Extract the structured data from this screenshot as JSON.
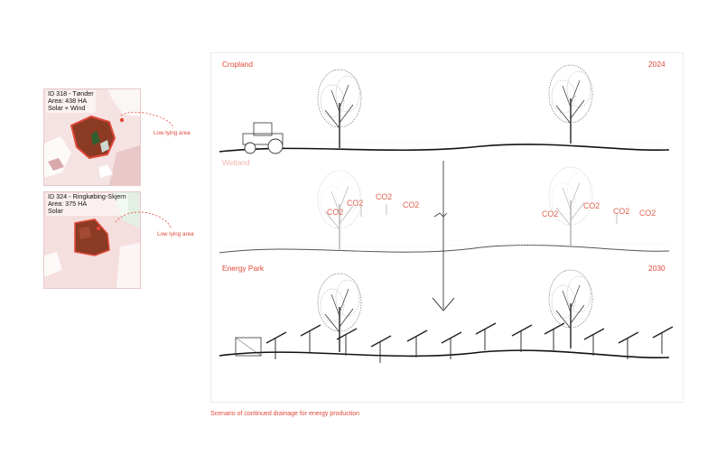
{
  "maps": [
    {
      "id_line": "ID 318 - Tønder",
      "area_line": "Area: 438 HA",
      "type_line": "Solar + Wind",
      "callout": "Low lying area"
    },
    {
      "id_line": "ID 324 - Ringkøbing-Skjern",
      "area_line": "Area: 375 HA",
      "type_line": "Solar",
      "callout": "Low lying area"
    }
  ],
  "rows": {
    "cropland": {
      "label": "Cropland",
      "year": "2024"
    },
    "wetland": {
      "label": "Wetland"
    },
    "energy_park": {
      "label": "Energy Park",
      "year": "2030"
    }
  },
  "co2_labels": [
    "CO2",
    "CO2",
    "CO2",
    "CO2",
    "CO2",
    "CO2",
    "CO2",
    "CO2"
  ],
  "caption": "Scenario of continued drainage for energy production",
  "colors": {
    "accent": "#e0493a",
    "faint_accent": "#f2b4ae",
    "site_fill": "#8b3a24",
    "map_bg": "#f3dede"
  }
}
